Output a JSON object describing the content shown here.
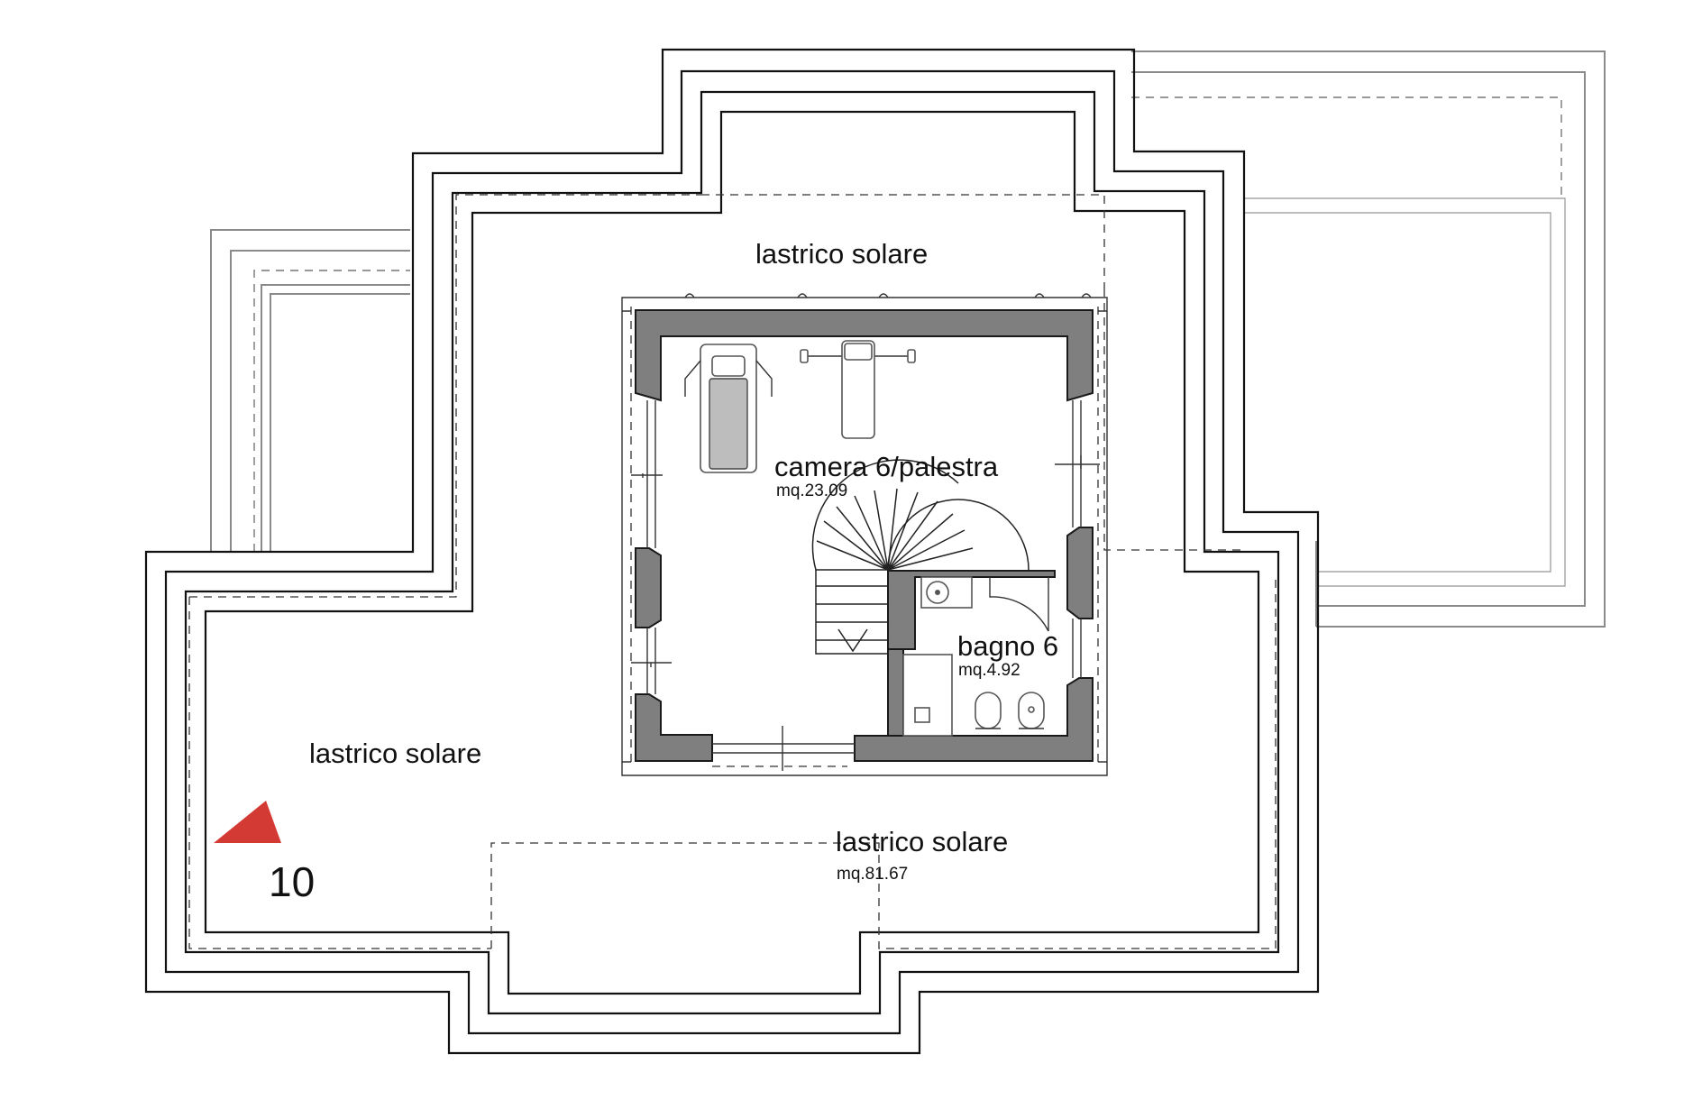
{
  "plan": {
    "rooms": {
      "terrace_top": {
        "name": "lastrico solare"
      },
      "terrace_left": {
        "name": "lastrico solare"
      },
      "terrace_bottom": {
        "name": "lastrico solare",
        "area": "mq.81.67"
      },
      "gym": {
        "name": "camera 6/palestra",
        "area": "mq.23.09"
      },
      "bath": {
        "name": "bagno 6",
        "area": "mq.4.92"
      }
    },
    "marker": {
      "number": "10",
      "color": "#d23a33"
    }
  },
  "colors": {
    "wall_fill": "#7f7f7f",
    "line": "#111111",
    "ghost_line": "#8a8a8a"
  }
}
